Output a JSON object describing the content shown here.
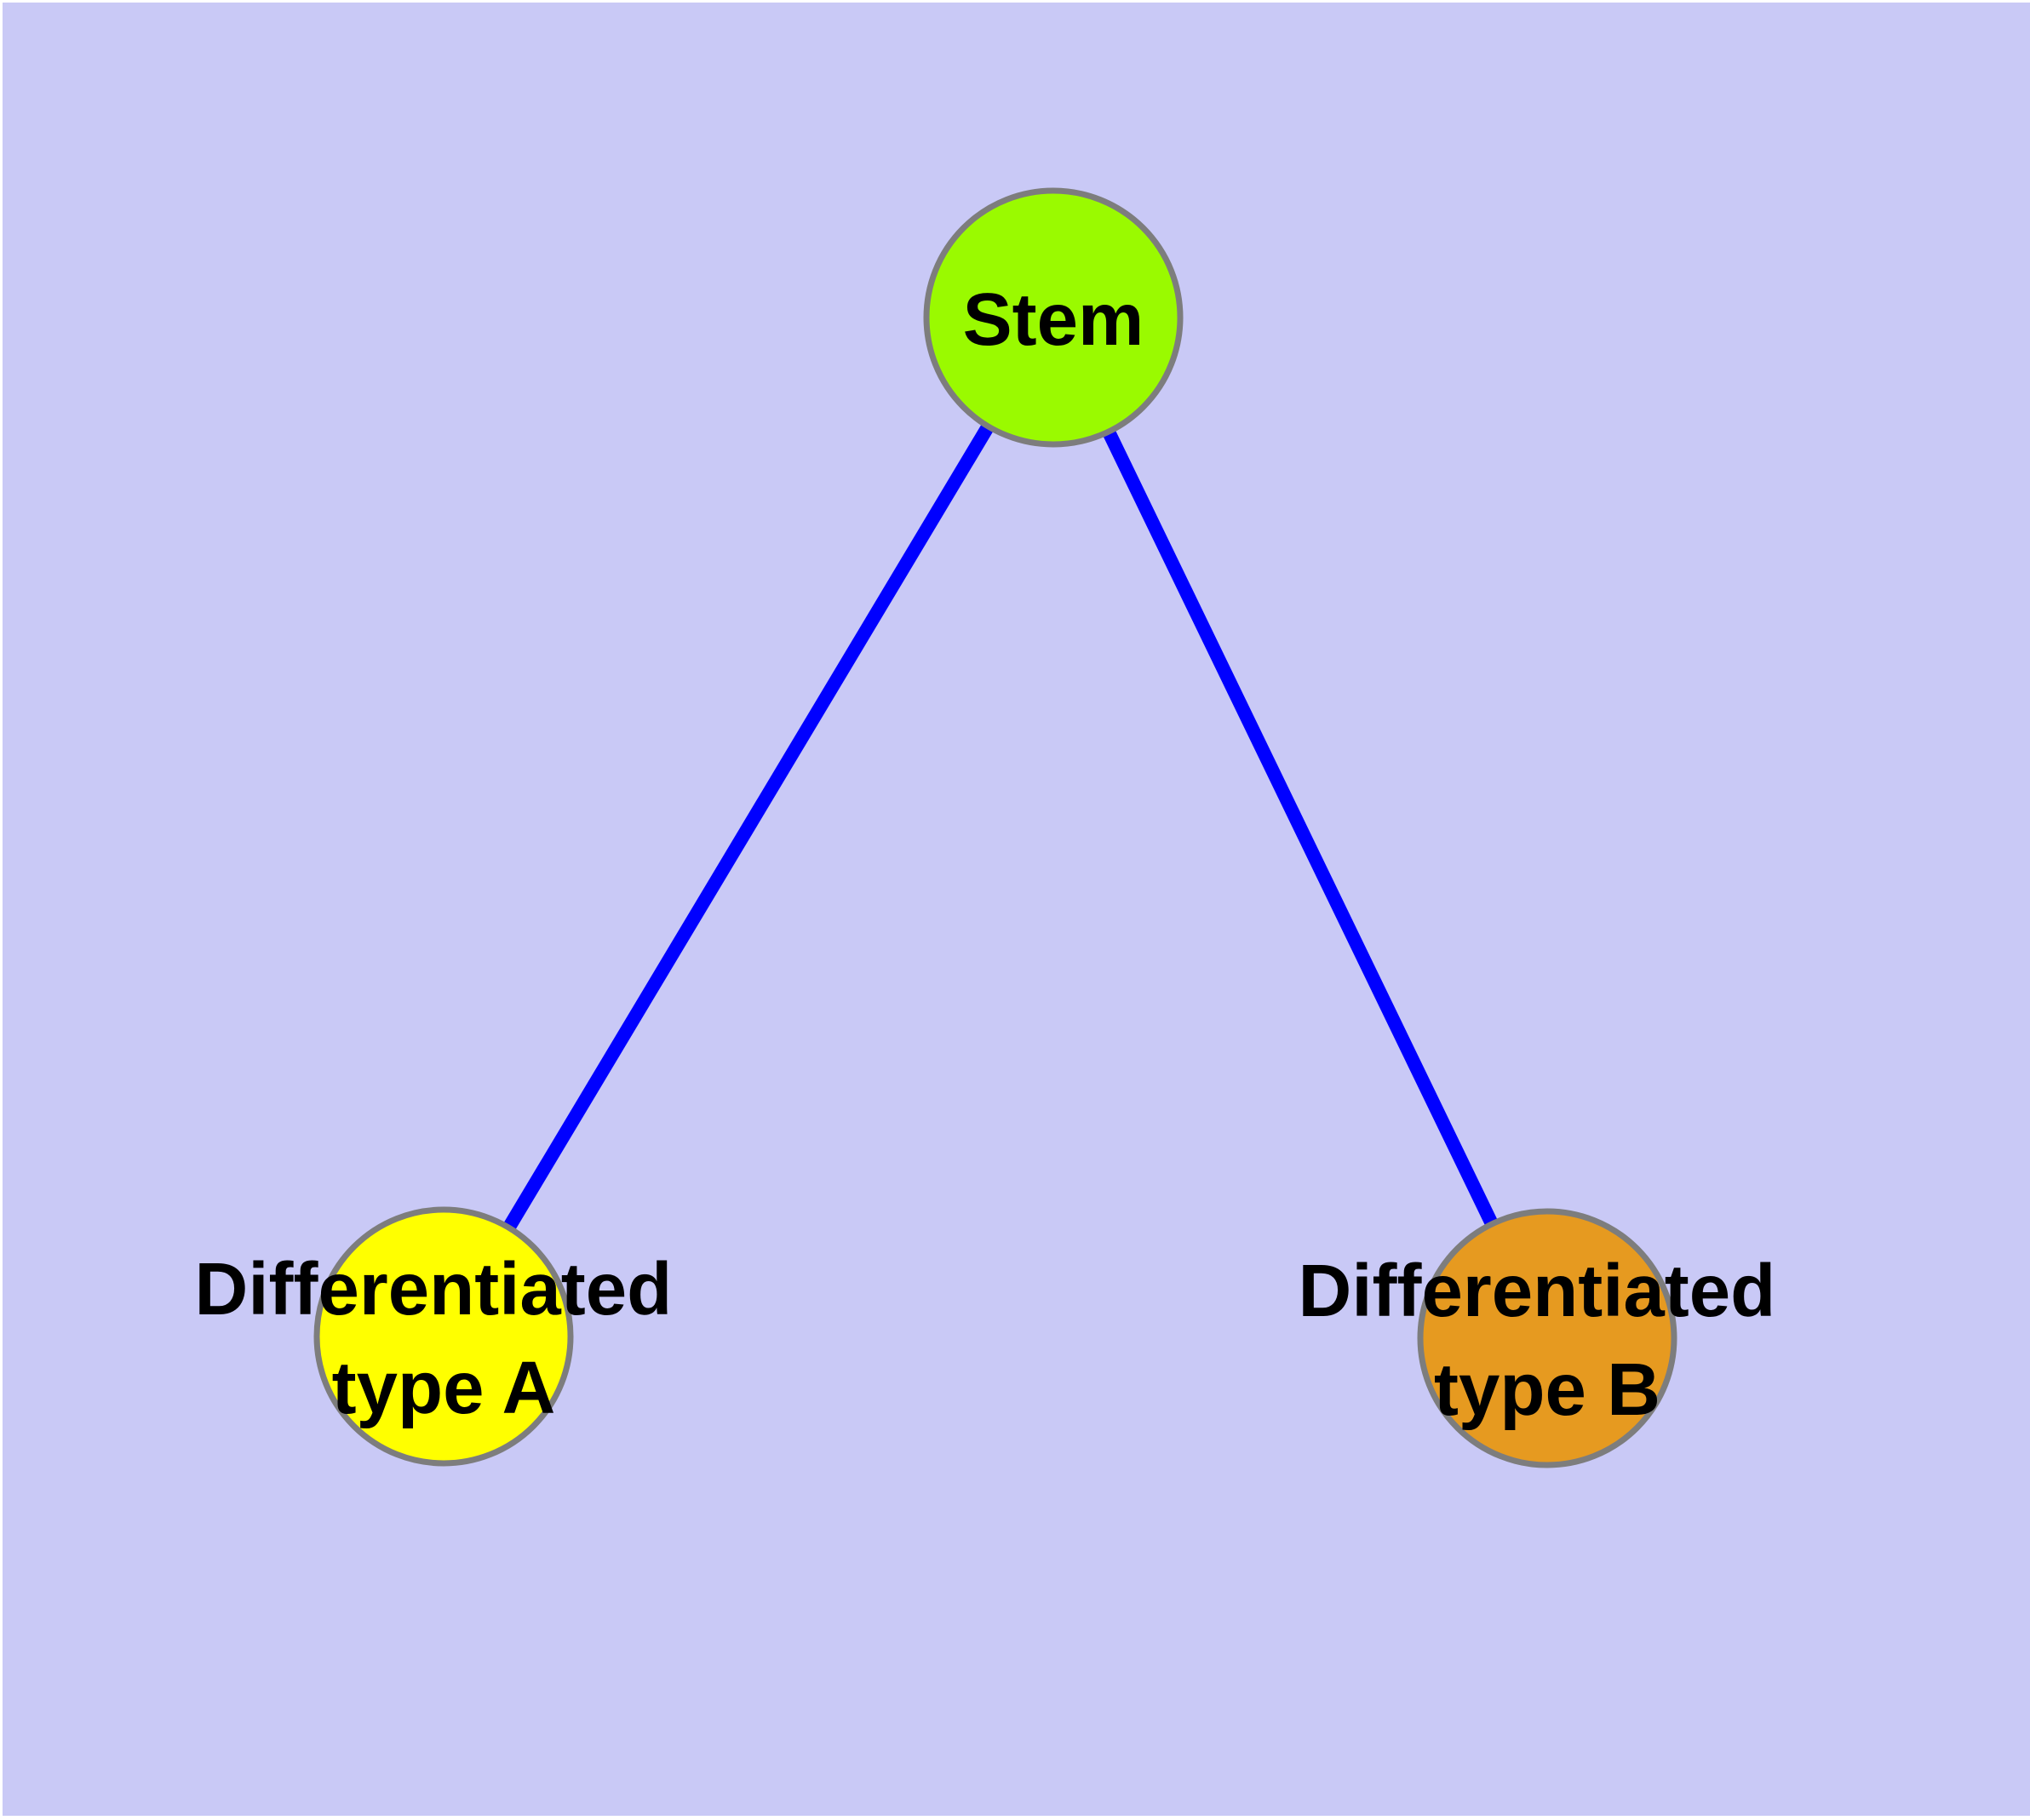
{
  "diagram": {
    "type": "node-link-graph",
    "page_background": "#ffffff",
    "panel_background": "#c9c9f6",
    "edge_color": "#0000ff",
    "node_border_color": "#7d7d7d",
    "label_color": "#000000",
    "nodes": [
      {
        "id": "stem",
        "label": "Stem",
        "color": "#9afa00"
      },
      {
        "id": "differentiated-type-a",
        "label_line1": "Differentiated",
        "label_line2": "type A",
        "color": "#ffff00"
      },
      {
        "id": "differentiated-type-b",
        "label_line1": "Differentiated",
        "label_line2": "type B",
        "color": "#e69a20"
      }
    ],
    "edges": [
      {
        "from": "Stem",
        "to": "Differentiated type A"
      },
      {
        "from": "Stem",
        "to": "Differentiated type B"
      }
    ]
  }
}
